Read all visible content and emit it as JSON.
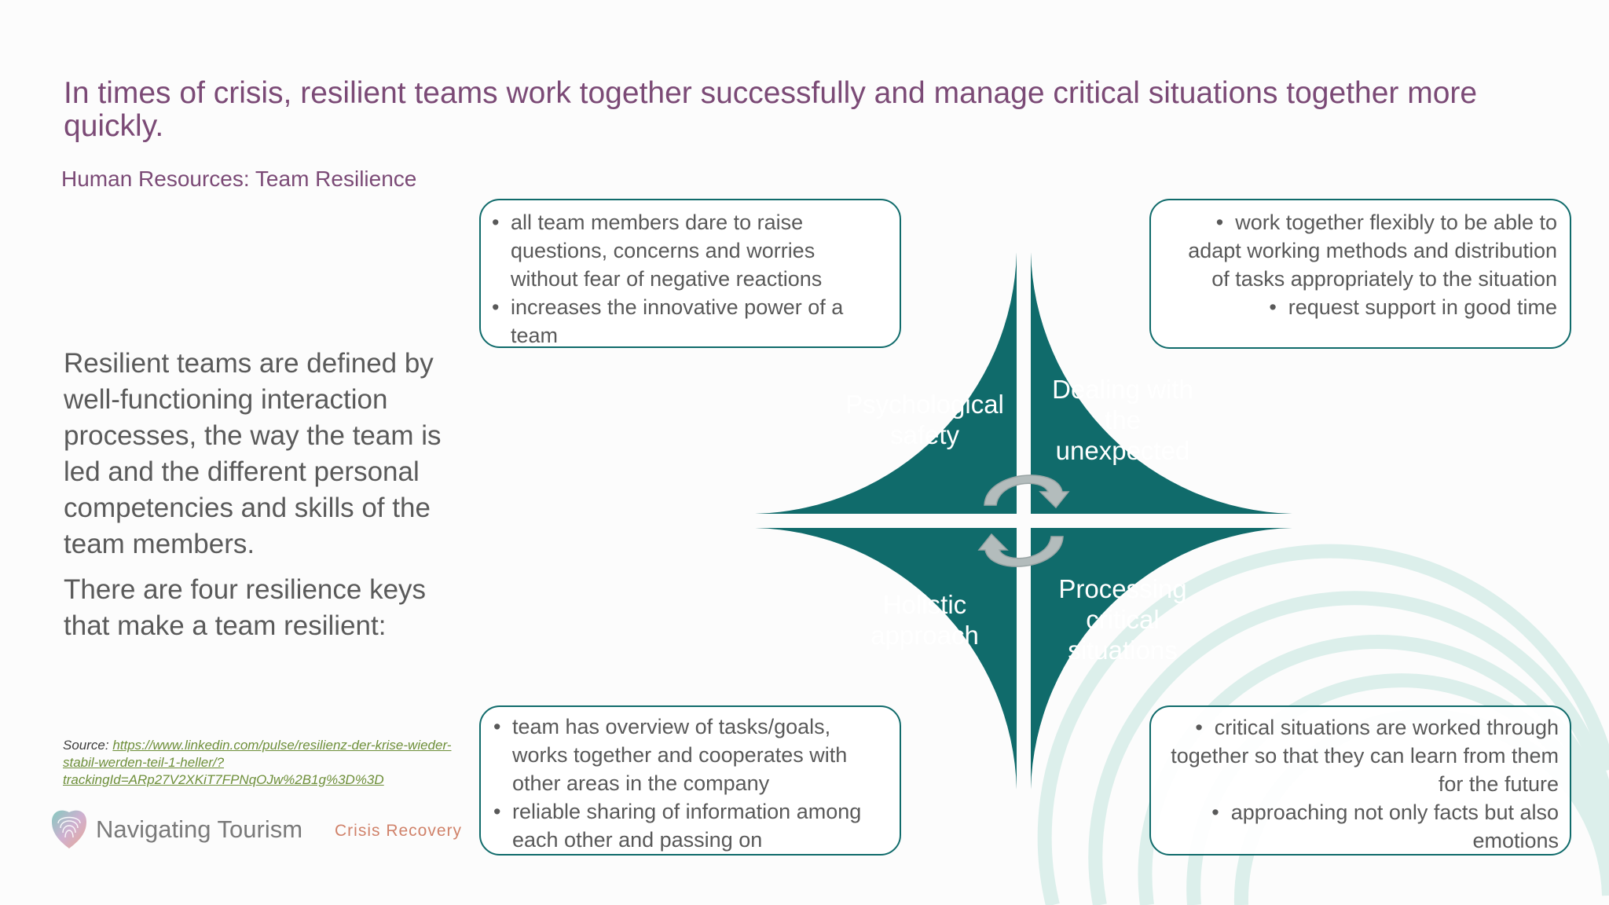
{
  "slide": {
    "title": "In times of crisis, resilient teams work together successfully and manage critical situations together more quickly.",
    "subtitle": "Human Resources: Team Resilience",
    "intro_paragraph_1": "Resilient teams are defined by well-functioning interaction processes, the way the team is led and the different personal competencies and skills of the team members.",
    "intro_paragraph_2": "There are four resilience keys that make a team resilient:"
  },
  "source": {
    "label": "Source:",
    "url": "https://www.linkedin.com/pulse/resilienz-der-krise-wieder-stabil-werden-teil-1-heller/?trackingId=ARp27V2XKiT7FPNqOJw%2B1g%3D%3D"
  },
  "wheel": {
    "quadrant_color": "#106b6b",
    "arrow_color": "#b3bcbc",
    "quadrants": [
      {
        "label_lines": [
          "Psychological",
          "safety"
        ]
      },
      {
        "label_lines": [
          "Dealing with",
          "the",
          "unexpected"
        ]
      },
      {
        "label_lines": [
          "Holistic",
          "approach"
        ]
      },
      {
        "label_lines": [
          "Processing",
          "critical",
          "situations"
        ]
      }
    ]
  },
  "callouts": {
    "psychological_safety": [
      "all team members dare to raise questions, concerns and worries without fear of negative reactions",
      "increases the innovative power of a team"
    ],
    "dealing_with_unexpected": [
      "work together flexibly to be able to adapt working methods and distribution of tasks appropriately to the situation",
      "request support in good time"
    ],
    "holistic_approach": [
      "team has overview of tasks/goals, works together and cooperates with other areas in the company",
      "reliable sharing of information among each other and passing on"
    ],
    "processing_critical_situations": [
      "critical situations are worked through together so that they can learn from them for the future",
      "approaching not only facts but also emotions"
    ]
  },
  "logo": {
    "name": "Navigating Tourism",
    "tagline": "Crisis Recovery"
  },
  "colors": {
    "title": "#7b4a76",
    "teal": "#106b6b",
    "body_text": "#595959",
    "link": "#6e8f3a",
    "tagline": "#d0826a",
    "decor_arcs": "#dcefeb"
  }
}
